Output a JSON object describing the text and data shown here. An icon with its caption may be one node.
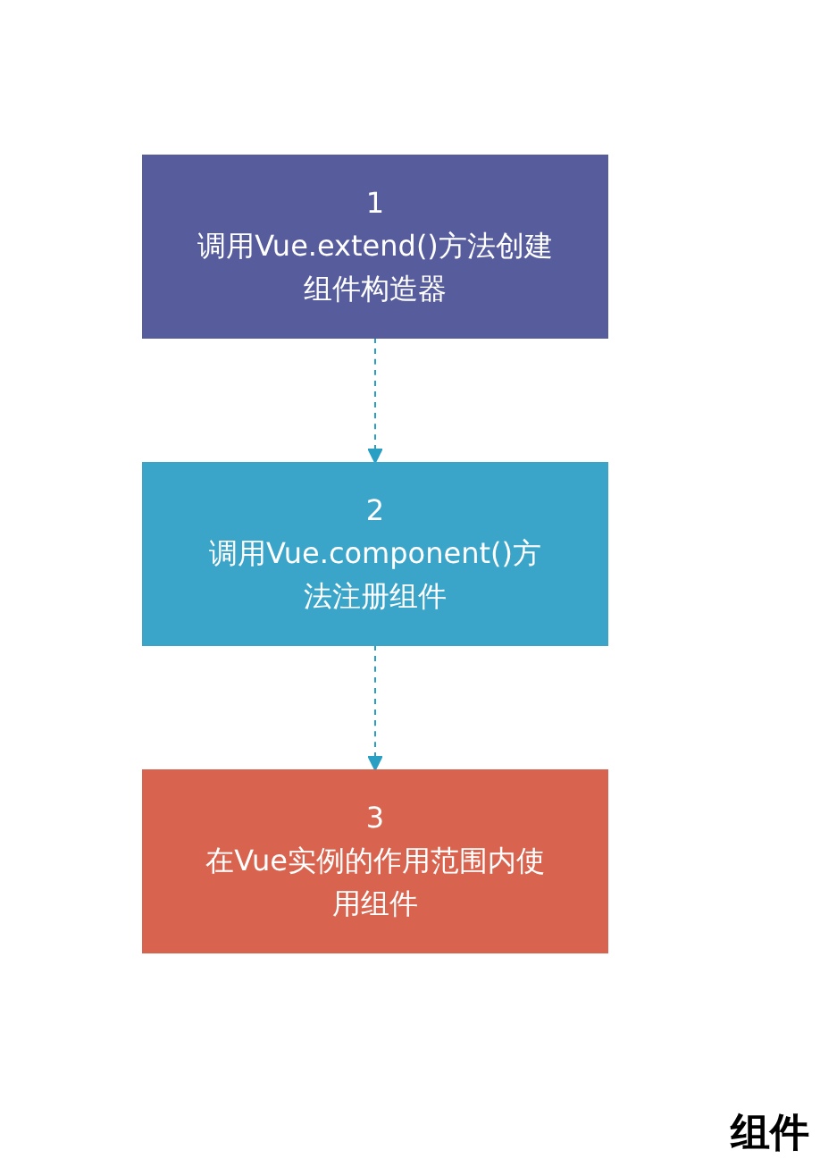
{
  "diagram": {
    "nodes": [
      {
        "text": [
          "1",
          "调用Vue.extend()方法创建组件构造器"
        ]
      },
      {
        "text": [
          "2",
          "调用Vue.component()方法注册组件"
        ]
      },
      {
        "text": [
          "3",
          "在Vue实例的作用范围内使用组件"
        ]
      }
    ],
    "edges": [
      {
        "from": 0,
        "to": 1,
        "arrow": "to",
        "style": "dashed"
      },
      {
        "from": 1,
        "to": 2,
        "arrow": "to",
        "style": "dashed"
      }
    ],
    "labels": [
      "组件"
    ]
  }
}
